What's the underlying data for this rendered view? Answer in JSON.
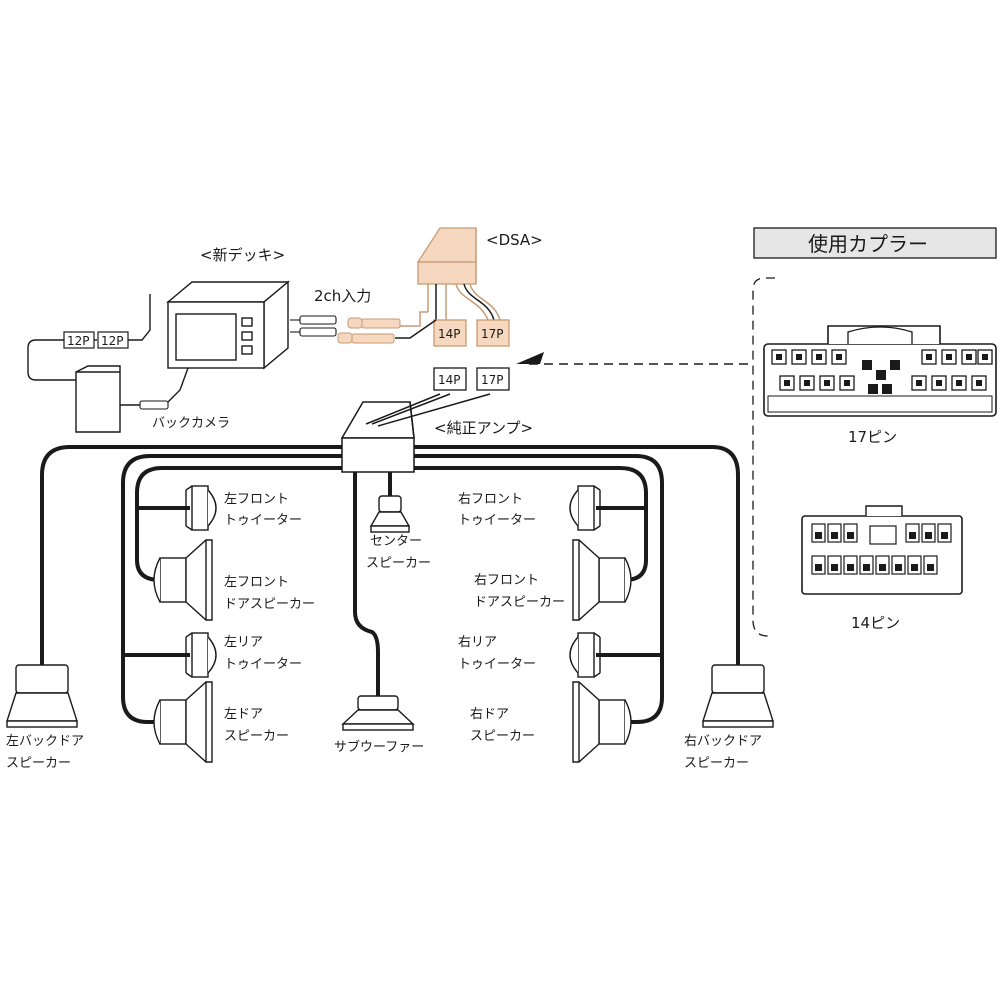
{
  "colors": {
    "line": "#1a1a1a",
    "connector_fill": "#f5d8bf",
    "connector_stroke": "#c89a74",
    "panel_header_bg": "#e6e6e6",
    "speaker_fill": "#ffffff"
  },
  "labels": {
    "new_deck": "<新デッキ>",
    "input_2ch": "2ch入力",
    "dsa": "<DSA>",
    "back_camera": "バックカメラ",
    "stock_amp": "<純正アンプ>",
    "plug_12p_a": "12P",
    "plug_12p_b": "12P",
    "dsa_14p": "14P",
    "dsa_17p": "17P",
    "amp_14p": "14P",
    "amp_17p": "17P"
  },
  "speakers": {
    "left_front_tweeter": [
      "左フロント",
      "トゥイーター"
    ],
    "left_front_door": [
      "左フロント",
      "ドアスピーカー"
    ],
    "left_rear_tweeter": [
      "左リア",
      "トゥイーター"
    ],
    "left_door": [
      "左ドア",
      "スピーカー"
    ],
    "center": [
      "センター",
      "スピーカー"
    ],
    "subwoofer": "サブウーファー",
    "right_front_tweeter": [
      "右フロント",
      "トゥイーター"
    ],
    "right_front_door": [
      "右フロント",
      "ドアスピーカー"
    ],
    "right_rear_tweeter": [
      "右リア",
      "トゥイーター"
    ],
    "right_door": [
      "右ドア",
      "スピーカー"
    ],
    "left_back_door": [
      "左バックドア",
      "スピーカー"
    ],
    "right_back_door": [
      "右バックドア",
      "スピーカー"
    ]
  },
  "coupler_panel": {
    "title": "使用カプラー",
    "connector_17pin": "17ピン",
    "connector_14pin": "14ピン"
  }
}
